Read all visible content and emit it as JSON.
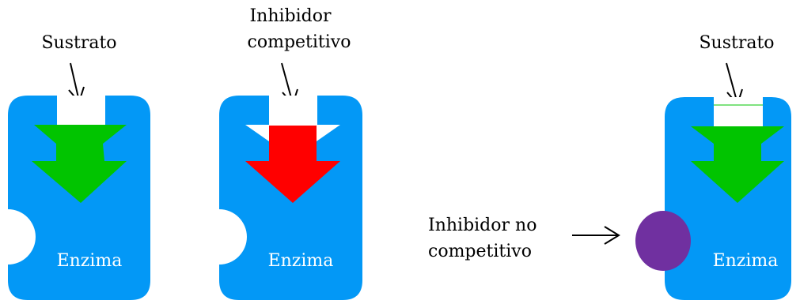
{
  "panels": {
    "substrate": {
      "label": "Sustrato",
      "enzyme_label": "Enzima"
    },
    "competitive": {
      "label_line1": "Inhibidor",
      "label_line2": "competitivo",
      "enzyme_label": "Enzima"
    },
    "noncompetitive": {
      "substrate_label": "Sustrato",
      "inhibitor_line1": "Inhibidor no",
      "inhibitor_line2": "competitivo",
      "enzyme_label": "Enzima"
    }
  },
  "colors": {
    "enzyme": "#0398f6",
    "substrate": "#01c400",
    "competitive_inhibitor": "#ff0000",
    "noncompetitive_inhibitor": "#7030a0",
    "background": "#ffffff",
    "arrow": "#000000"
  }
}
